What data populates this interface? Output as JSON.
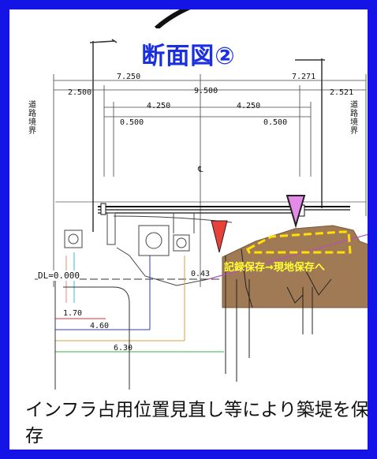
{
  "title": "断面図②",
  "road_boundary_left": "道路境界",
  "road_boundary_right": "道路境界",
  "datum_label": "DL=0.000",
  "dims_top": {
    "total_left": "7.250",
    "total_right": "7.271",
    "center": "9.500",
    "left_2": "2.500",
    "right_2": "2.521",
    "left_3": "4.250",
    "right_3": "4.250",
    "left_4": "0.500",
    "right_4": "0.500"
  },
  "dims_bottom": [
    "0.43",
    "1.70",
    "4.60",
    "6.30"
  ],
  "annotation": "記録保存→現地保存へ",
  "caption": "インフラ占用位置見直し等により築堤を保存",
  "colors": {
    "frame": "#1414e6",
    "title": "#1a2fe0",
    "soil": "#a07a55",
    "marker_red": "#e8413a",
    "marker_pink": "#e48be8",
    "highlight": "#ffe000"
  }
}
